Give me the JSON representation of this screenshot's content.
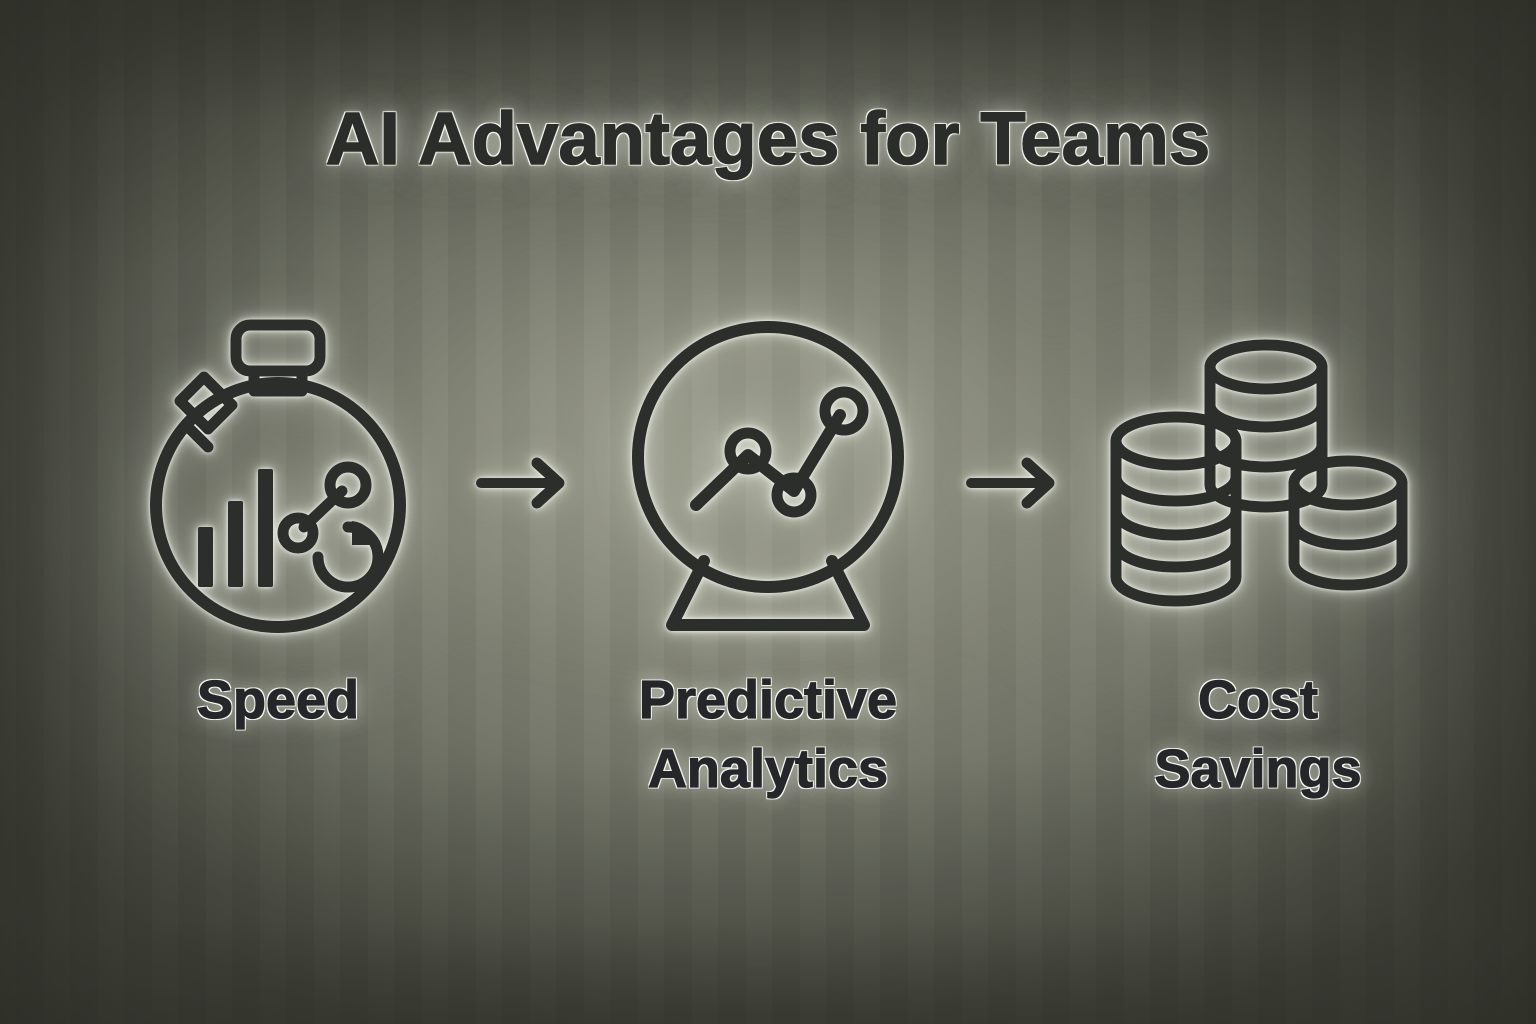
{
  "page": {
    "title": "AI Advantages for Teams",
    "background_center_color": "#85877a",
    "background_edge_color": "#45473d",
    "ink_color": "#2c2e2c",
    "glow_color": "#f4f5ee"
  },
  "steps": [
    {
      "icon": "stopwatch-analytics-icon",
      "label_lines": [
        "Speed"
      ],
      "label_text": "Speed"
    },
    {
      "icon": "crystal-ball-chart-icon",
      "label_lines": [
        "Predictive",
        "Analytics"
      ],
      "label_text": "Predictive Analytics"
    },
    {
      "icon": "coin-stacks-icon",
      "label_lines": [
        "Cost",
        "Savings"
      ],
      "label_text": "Cost Savings"
    }
  ],
  "connectors": [
    {
      "icon": "arrow-right-icon"
    },
    {
      "icon": "arrow-right-icon"
    }
  ]
}
